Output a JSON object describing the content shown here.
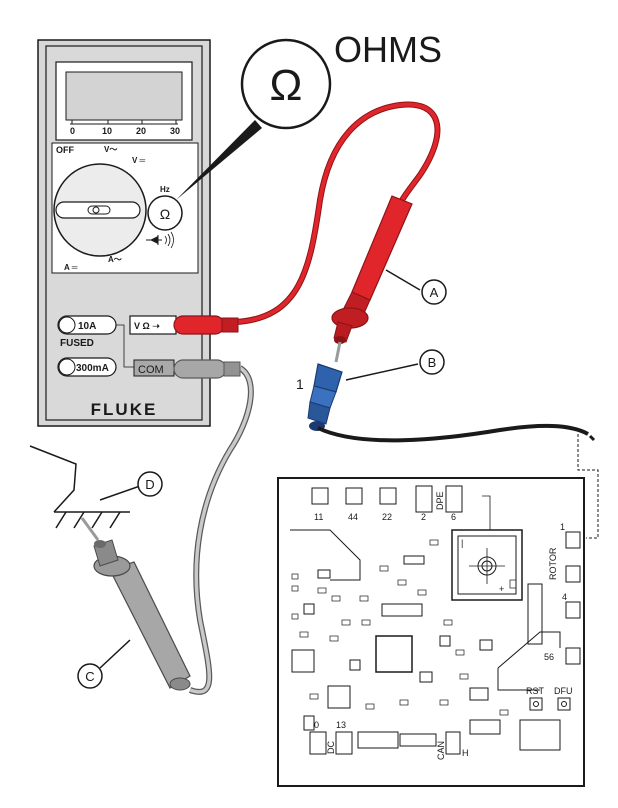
{
  "title": "OHMS",
  "symbol_ohm": "Ω",
  "meter": {
    "brand": "FLUKE",
    "scale": [
      "0",
      "10",
      "20",
      "30"
    ],
    "dial_off": "OFF",
    "dial_vac": "V～",
    "dial_vdc": "V ═",
    "dial_hz": "Hz",
    "dial_adc": "A ═",
    "dial_aac": "A～",
    "jack_10a": "10A",
    "jack_fused": "FUSED",
    "jack_300ma": "300mA",
    "jack_vohm": "V Ω ➝",
    "jack_com": "COM"
  },
  "callouts": {
    "a": "A",
    "b": "B",
    "c": "C",
    "d": "D",
    "one": "1"
  },
  "board": {
    "connectors": [
      "11",
      "44",
      "22",
      "2",
      "6"
    ],
    "dpe": "DPE",
    "rotor": "ROTOR",
    "rotor_pin": "1",
    "pin_4": "4",
    "pin_56": "56",
    "rst": "RST",
    "dfu": "DFU",
    "pin_0": "0",
    "pin_13": "13",
    "dc": "DC",
    "can": "CAN",
    "h": "H"
  },
  "colors": {
    "red_lead": "#e0262b",
    "red_dark": "#8d1318",
    "gray_lead": "#a7a7a7",
    "blue_clip": "#2f62ad",
    "meter_body": "#d7d7d7"
  }
}
